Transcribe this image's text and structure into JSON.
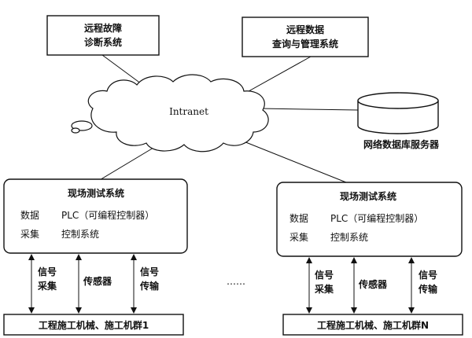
{
  "remote_diagnosis": {
    "line1": "远程故障",
    "line2": "诊断系统"
  },
  "remote_query": {
    "line1": "远程数据",
    "line2": "查询与管理系统"
  },
  "cloud_label": "Intranet",
  "db_label": "网络数据库服务器",
  "site_left": {
    "title": "现场测试系统",
    "row1_label": "数据",
    "row1_value": "PLC（可编程控制器）",
    "row2_label": "采集",
    "row2_value": "控制系统"
  },
  "site_right": {
    "title": "现场测试系统",
    "row1_label": "数据",
    "row1_value": "PLC（可编程控制器）",
    "row2_label": "采集",
    "row2_value": "控制系统"
  },
  "link_left": {
    "signal_collect_1": "信号",
    "signal_collect_2": "采集",
    "sensor": "传感器",
    "signal_transmit_1": "信号",
    "signal_transmit_2": "传输"
  },
  "link_right": {
    "signal_collect_1": "信号",
    "signal_collect_2": "采集",
    "sensor": "传感器",
    "signal_transmit_1": "信号",
    "signal_transmit_2": "传输"
  },
  "ellipsis": "……",
  "machines_left": "工程施工机械、施工机群1",
  "machines_right": "工程施工机械、施工机群N"
}
